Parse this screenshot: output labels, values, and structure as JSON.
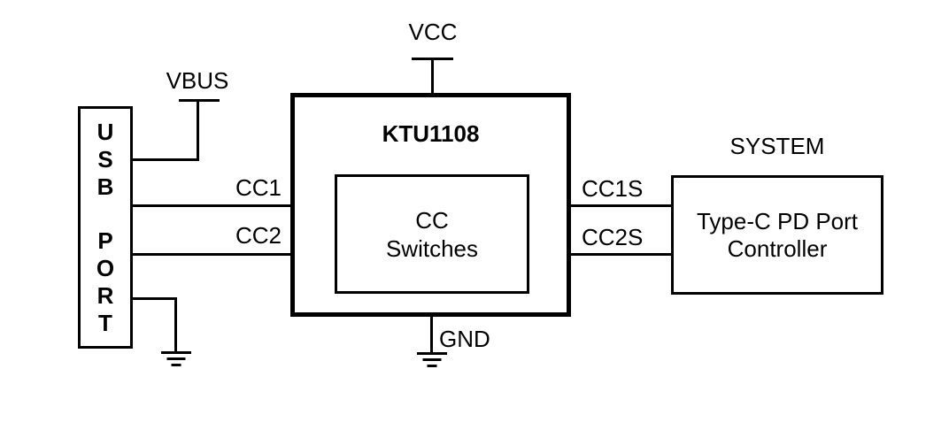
{
  "chip": {
    "name": "KTU1108",
    "inner_block": {
      "line1": "CC",
      "line2": "Switches"
    }
  },
  "usb_port": {
    "letters": [
      "U",
      "S",
      "B",
      "P",
      "O",
      "R",
      "T"
    ]
  },
  "power": {
    "vcc": "VCC",
    "vbus": "VBUS",
    "gnd": "GND"
  },
  "signals": {
    "cc1": "CC1",
    "cc2": "CC2",
    "cc1s": "CC1S",
    "cc2s": "CC2S"
  },
  "system": {
    "label": "SYSTEM",
    "controller": {
      "line1": "Type-C PD Port",
      "line2": "Controller"
    }
  },
  "colors": {
    "line": "#000000",
    "background": "#ffffff",
    "text": "#000000"
  }
}
